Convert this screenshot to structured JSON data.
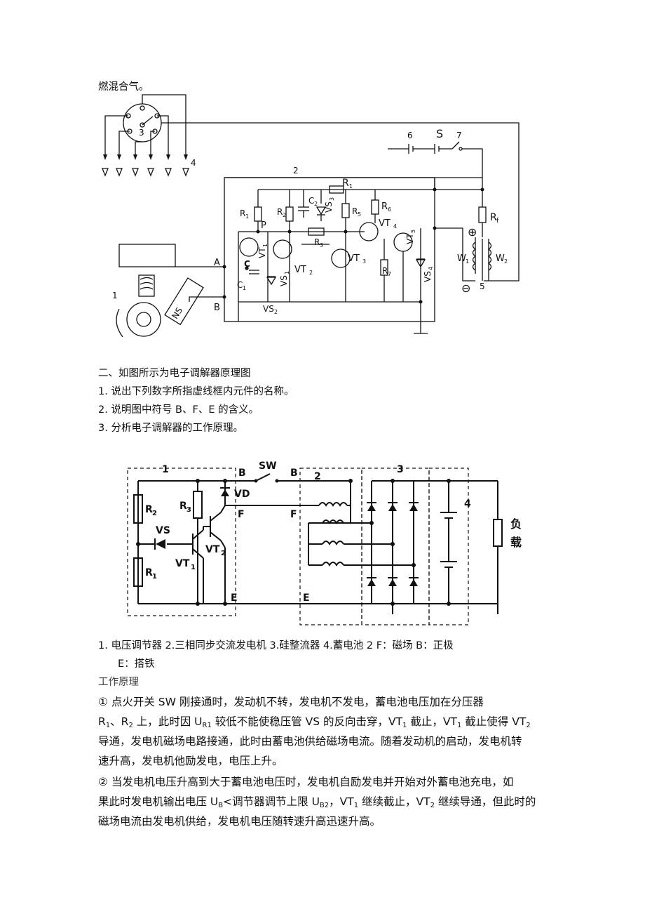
{
  "top_text": "燃混合气。",
  "question": {
    "heading": "二、如图所示为电子调解器原理图",
    "items": [
      "1.  说出下列数字所指虚线框内元件的名称。",
      "2.  说明图中符号 B、F、E 的含义。",
      "3.  分析电子调解器的工作原理。"
    ]
  },
  "fig1": {
    "labels": {
      "n1": "1",
      "n2": "2",
      "n3": "3",
      "n4": "4",
      "n5": "5",
      "n6": "6",
      "n7": "7",
      "S": "S",
      "A": "A",
      "B": "B",
      "P": "P",
      "C": "C",
      "NS": "NS",
      "R1": "R",
      "R1s": "1",
      "R2": "R",
      "R2s": "2",
      "R3": "R",
      "R3s": "3",
      "R4": "R",
      "R4s": "1",
      "R5": "R",
      "R5s": "5",
      "R6": "R",
      "R6s": "6",
      "R7": "R",
      "R7s": "7",
      "Rf": "R",
      "Rfs": "f",
      "C1": "C",
      "C1s": "1",
      "C2": "C",
      "C2s": "2",
      "VT1": "VT",
      "VT1s": "1",
      "VT2": "VT",
      "VT2s": "2",
      "VT3": "VT",
      "VT3s": "3",
      "VT4": "VT",
      "VT4s": "4",
      "VT5": "VT",
      "VT5s": "5",
      "VS1": "VS",
      "VS1s": "1",
      "VS2": "VS",
      "VS2s": "2",
      "VS3": "VS",
      "VS3s": "3",
      "VS4": "VS",
      "VS4s": "4",
      "W1": "W",
      "W1s": "1",
      "W2": "W",
      "W2s": "2",
      "plus": "⊕",
      "minus": "⊖"
    }
  },
  "fig2": {
    "labels": {
      "n1": "1",
      "n2": "2",
      "n3": "3",
      "n4": "4",
      "B1": "B",
      "B2": "B",
      "SW": "SW",
      "F1": "F",
      "F2": "F",
      "E1": "E",
      "E2": "E",
      "VD": "VD",
      "VS": "VS",
      "R1": "R",
      "R1s": "1",
      "R2": "R",
      "R2s": "2",
      "R3": "R",
      "R3s": "3",
      "VT1": "VT",
      "VT1s": "1",
      "VT2": "VT",
      "VT2s": "2",
      "load1": "负",
      "load2": "载"
    }
  },
  "answer": {
    "line1": "1.   电压调节器   2.三相同步交流发电机   3.硅整流器   4.蓄电池   2      F：磁场       B：正极",
    "line2": "E：搭铁"
  },
  "principle": {
    "heading": "工作原理",
    "p1": {
      "a": "   ① 点火开关 SW 刚接通时，发动机不转，发电机不发电，蓄电池电压加在分压器",
      "b1": "R",
      "b1s": "1",
      "b2": "、R",
      "b2s": "2",
      "b3": " 上，此时因 U",
      "b3s": "R1",
      "b4": " 较低不能使稳压管 VS 的反向击穿，VT",
      "b4s": "1",
      "b5": " 截止，VT",
      "b5s": "1",
      "b6": " 截止使得 VT",
      "b6s": "2",
      "c": "导通，发电机磁场电路接通，此时由蓄电池供给磁场电流。随着发动机的启动，发电机转",
      "d": "速升高，发电机他励发电，电压上升。"
    },
    "p2": {
      "a": "   ② 当发电机电压升高到大于蓄电池电压时，发电机自励发电并开始对外蓄电池充电，如",
      "b1": "果此时发电机输出电压 U",
      "b1s": "B",
      "b2": "<调节器调节上限 U",
      "b2s": "B2",
      "b3": "，VT",
      "b3s": "1",
      "b4": " 继续截止，VT",
      "b4s": "2",
      "b5": " 继续导通，但此时的",
      "c": "磁场电流由发电机供给，发电机电压随转速升高迅速升高。"
    }
  }
}
